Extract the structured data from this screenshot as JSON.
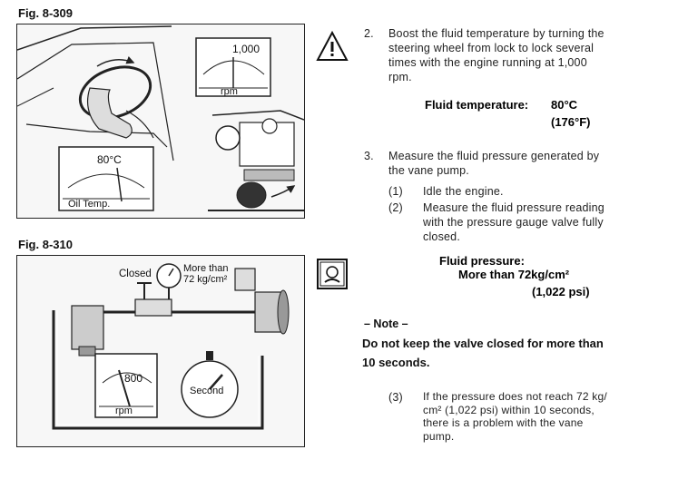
{
  "fig1": {
    "label": "Fig. 8-309",
    "gauge_rpm_value": "1,000",
    "gauge_rpm_unit": "rpm",
    "gauge_temp_value": "80°C",
    "gauge_temp_caption": "Oil Temp."
  },
  "fig2": {
    "label": "Fig. 8-310",
    "closed_label": "Closed",
    "more_than_line1": "More than",
    "more_than_line2": "72 kg/cm²",
    "rpm_value": "800",
    "rpm_unit": "rpm",
    "stopwatch_label": "Second"
  },
  "icons": {
    "warning": "warning-triangle-icon",
    "measure": "pressure-gauge-hand-icon"
  },
  "step2": {
    "number": "2.",
    "text_line1": "Boost the fluid temperature by turning the",
    "text_line2": "steering wheel from lock to lock several",
    "text_line3": "times with the engine running at 1,000",
    "text_line4": "rpm.",
    "spec_label": "Fluid temperature:",
    "spec_value_c": "80°C",
    "spec_value_f": "(176°F)"
  },
  "step3": {
    "number": "3.",
    "text_line1": "Measure the fluid pressure generated by",
    "text_line2": "the vane pump.",
    "sub1_num": "(1)",
    "sub1_text": "Idle the engine.",
    "sub2_num": "(2)",
    "sub2_line1": "Measure the fluid pressure reading",
    "sub2_line2": "with the pressure gauge valve fully",
    "sub2_line3": "closed.",
    "spec_label": "Fluid pressure:",
    "spec_value_kg": "More than 72kg/cm²",
    "spec_value_psi": "(1,022 psi)"
  },
  "note": {
    "title": "– Note –",
    "line1": "Do not keep the valve closed for more than",
    "line2": "10 seconds."
  },
  "sub3": {
    "num": "(3)",
    "line1": "If the pressure does not reach 72 kg/",
    "line2": "cm² (1,022 psi) within 10 seconds,",
    "line3": "there is a problem with the vane",
    "line4": "pump."
  }
}
